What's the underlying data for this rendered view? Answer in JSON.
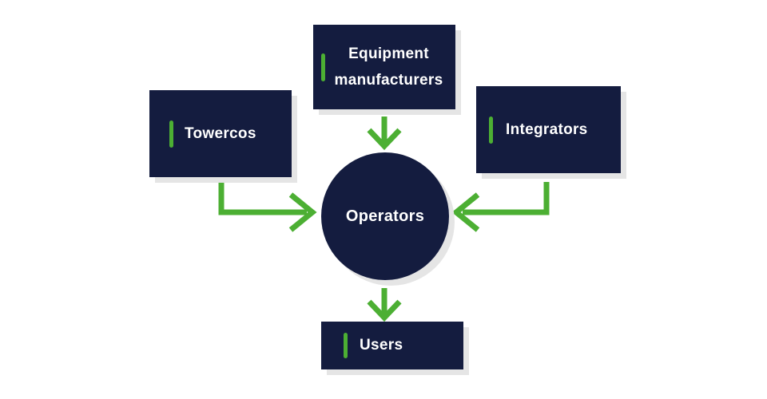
{
  "colors": {
    "background": "#ffffff",
    "node_fill": "#141c3f",
    "node_text": "#ffffff",
    "accent_green": "#4caf33",
    "shadow": "#e5e5e5"
  },
  "nodes": {
    "equipment_manufacturers": {
      "label": "Equipment manufacturers"
    },
    "towercos": {
      "label": "Towercos"
    },
    "integrators": {
      "label": "Integrators"
    },
    "operators": {
      "label": "Operators"
    },
    "users": {
      "label": "Users"
    }
  },
  "arrows": [
    {
      "name": "equipment-to-operators",
      "from": "equipment_manufacturers",
      "to": "operators",
      "direction": "down"
    },
    {
      "name": "towercos-to-operators",
      "from": "towercos",
      "to": "operators",
      "direction": "right"
    },
    {
      "name": "integrators-to-operators",
      "from": "integrators",
      "to": "operators",
      "direction": "left"
    },
    {
      "name": "operators-to-users",
      "from": "operators",
      "to": "users",
      "direction": "down"
    }
  ]
}
